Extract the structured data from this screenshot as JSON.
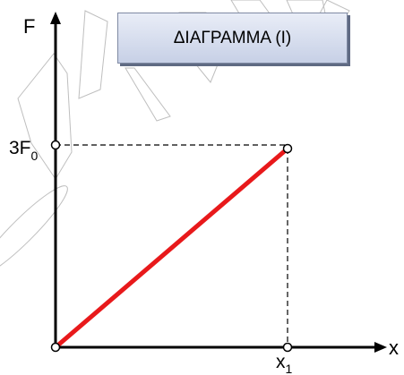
{
  "diagram": {
    "title": "ΔΙΑΓΡΑΜΜΑ (Ι)",
    "watermark": "ΦΡΟΝΤΙΣΤΗΡΙΑ ΚΡΟΝΟΣ",
    "y_axis_label": "F",
    "x_axis_label": "x",
    "y_tick": {
      "base": "3F",
      "sub": "0"
    },
    "x_tick": {
      "base": "x",
      "sub": "1"
    },
    "line_color": "#e8191b",
    "axis_color": "#000000"
  },
  "chart_data": {
    "type": "line",
    "title": "ΔΙΑΓΡΑΜΜΑ (Ι)",
    "xlabel": "x",
    "ylabel": "F",
    "x_ticks": [
      "x1"
    ],
    "y_ticks": [
      "3F0"
    ],
    "series": [
      {
        "points": [
          {
            "x": "0",
            "y": "0"
          },
          {
            "x": "x1",
            "y": "3F0"
          }
        ]
      }
    ],
    "guides": [
      "dashed vertical at x1",
      "dashed horizontal at 3F0"
    ]
  }
}
